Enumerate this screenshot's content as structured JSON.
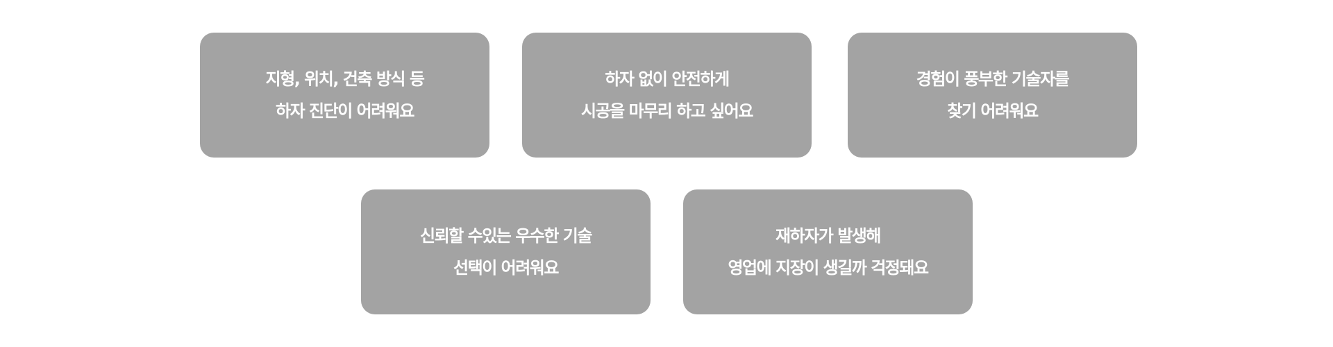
{
  "colors": {
    "background": "#ffffff",
    "card_background": "#a3a3a3",
    "card_text": "#ffffff"
  },
  "cards": [
    {
      "line1": "지형, 위치, 건축 방식 등",
      "line2": "하자 진단이 어려워요"
    },
    {
      "line1": "하자 없이 안전하게",
      "line2": "시공을 마무리 하고 싶어요"
    },
    {
      "line1": "경험이 풍부한 기술자를",
      "line2": "찾기 어려워요"
    },
    {
      "line1": "신뢰할 수있는 우수한 기술",
      "line2": "선택이 어려워요"
    },
    {
      "line1": "재하자가 발생해",
      "line2": "영업에 지장이 생길까 걱정돼요"
    }
  ]
}
